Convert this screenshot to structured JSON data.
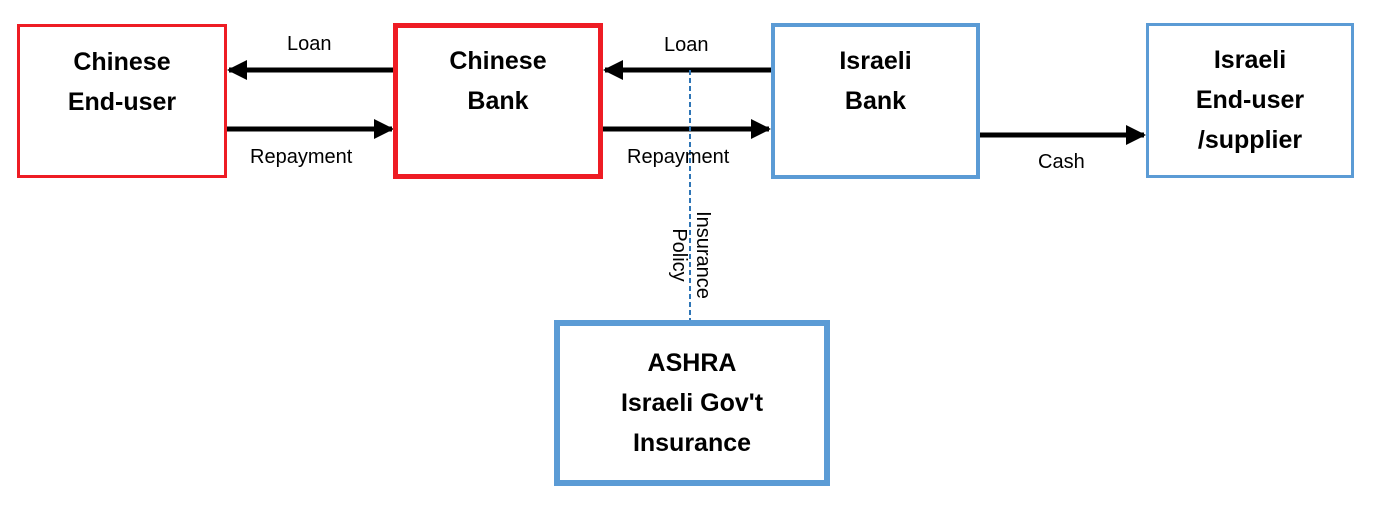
{
  "boxes": {
    "chinese_enduser": {
      "lines": [
        "Chinese",
        "End-user"
      ],
      "border_color": "#ee1c24"
    },
    "chinese_bank": {
      "lines": [
        "Chinese",
        "Bank"
      ],
      "border_color": "#ee1c24"
    },
    "israeli_bank": {
      "lines": [
        "Israeli",
        "Bank"
      ],
      "border_color": "#5b9bd5"
    },
    "israeli_supplier": {
      "lines": [
        "Israeli",
        "End-user",
        "/supplier"
      ],
      "border_color": "#5b9bd5"
    },
    "ashra": {
      "lines": [
        "ASHRA",
        "Israeli Gov't",
        "Insurance"
      ],
      "border_color": "#5b9bd5"
    }
  },
  "edges": {
    "loan_bank_to_enduser": "Loan",
    "repayment_enduser_to_bank": "Repayment",
    "loan_israeli_to_chinese_bank": "Loan",
    "repayment_chinese_to_israeli_bank": "Repayment",
    "cash_israeli_bank_to_supplier": "Cash",
    "insurance_policy": [
      "Insurance",
      "Policy"
    ]
  },
  "colors": {
    "arrow": "#000000",
    "dashed_link": "#2e75b6"
  }
}
